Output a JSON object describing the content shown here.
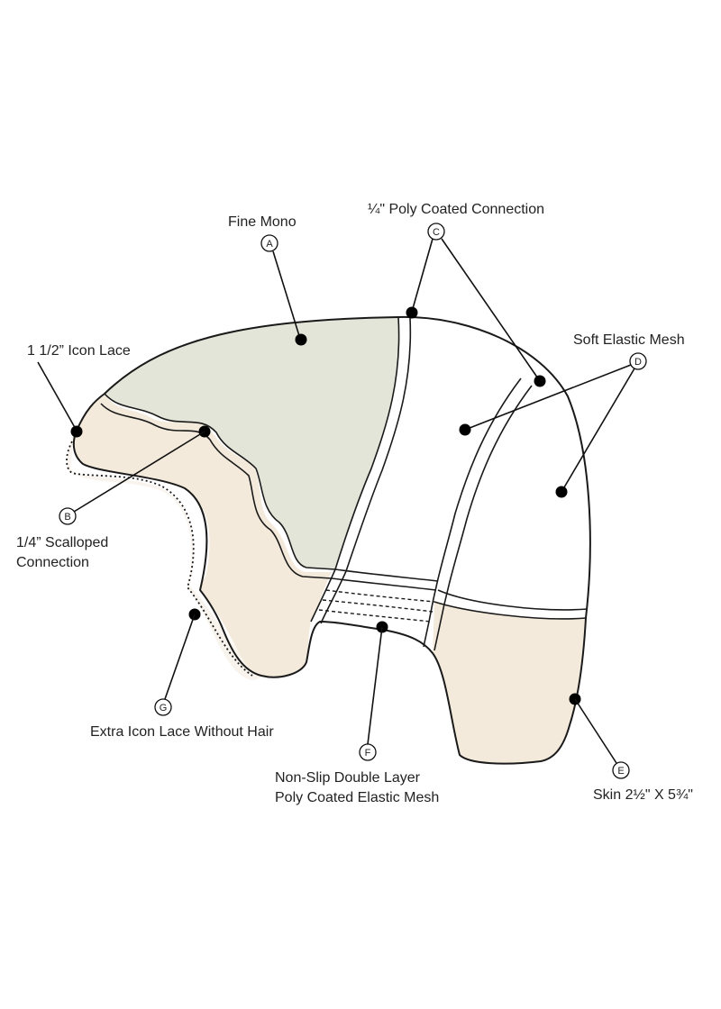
{
  "colors": {
    "mono": "#e3e5d8",
    "lace": "#f3eadb",
    "extra_lace": "#f8f3ec",
    "skin": "#f3eadb",
    "mesh": "#ffffff",
    "line": "#1a1a1a"
  },
  "callouts": {
    "A": {
      "letter": "A",
      "label": "Fine Mono"
    },
    "B": {
      "letter": "B",
      "label_line1": "1/4” Scalloped",
      "label_line2": "Connection"
    },
    "C": {
      "letter": "C",
      "label": "¼\" Poly Coated Connection"
    },
    "D": {
      "letter": "D",
      "label": "Soft Elastic Mesh"
    },
    "E": {
      "letter": "E",
      "label": "Skin 2½\" X 5¾\""
    },
    "F": {
      "letter": "F",
      "label_line1": "Non-Slip Double Layer",
      "label_line2": "Poly Coated Elastic Mesh"
    },
    "G": {
      "letter": "G",
      "label": "Extra Icon Lace Without Hair"
    },
    "lace": {
      "label": "1 1/2” Icon Lace"
    }
  }
}
